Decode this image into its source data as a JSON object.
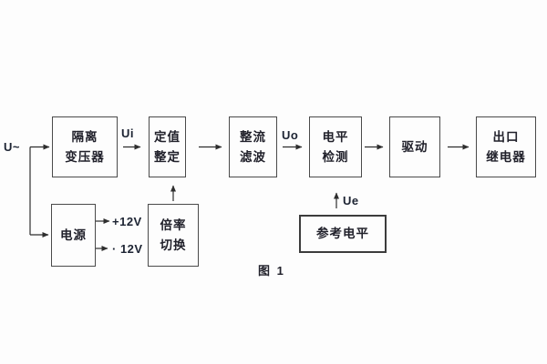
{
  "figure": {
    "caption": "图 1",
    "background_color": "#fdfdfd",
    "line_color": "#333333",
    "border_color": "#4a4a4a",
    "text_color": "#21212b"
  },
  "boxes": {
    "isolation_transformer": {
      "line1": "隔离",
      "line2": "变压器"
    },
    "setpoint_adjust": {
      "line1": "定值",
      "line2": "整定"
    },
    "rectifier_filter": {
      "line1": "整流",
      "line2": "滤波"
    },
    "level_detect": {
      "line1": "电平",
      "line2": "检测"
    },
    "drive": {
      "label": "驱动"
    },
    "output_relay": {
      "line1": "出口",
      "line2": "继电器"
    },
    "power_supply": {
      "label": "电源"
    },
    "ratio_switch": {
      "line1": "倍率",
      "line2": "切换"
    },
    "reference_level": {
      "label": "参考电平"
    }
  },
  "signals": {
    "input": "U~",
    "ui": "Ui",
    "uo": "Uo",
    "ue": "Ue",
    "plus12v": "+12V",
    "minus12v": "· 12V"
  }
}
